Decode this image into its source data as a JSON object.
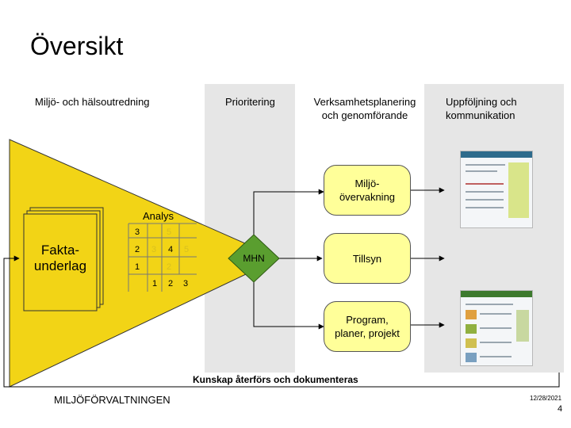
{
  "title": "Översikt",
  "columns": {
    "investigation": "Miljö- och hälsoutredning",
    "prioritization": "Prioritering",
    "planning_line1": "Verksamhetsplanering",
    "planning_line2": "och genomförande",
    "followup_line1": "Uppföljning och",
    "followup_line2": "kommunikation"
  },
  "analysis": {
    "label": "Analys",
    "fakta_line1": "Fakta-",
    "fakta_line2": "underlag",
    "grid_labels": [
      "3",
      "2",
      "4",
      "1",
      "1",
      "2",
      "3"
    ]
  },
  "outcomes": {
    "mhn": "MHN",
    "monitoring_line1": "Miljö-",
    "monitoring_line2": "övervakning",
    "supervision": "Tillsyn",
    "program_line1": "Program,",
    "program_line2": "planer, projekt"
  },
  "feedback": "Kunskap återförs och dokumenteras",
  "footer": {
    "org": "MILJÖFÖRVALTNINGEN",
    "date": "12/28/2021",
    "page": "4"
  },
  "colors": {
    "funnel": "#f2d416",
    "mhn": "#5a9e2f",
    "band": "#e6e6e6",
    "bubble": "#ffff99"
  }
}
